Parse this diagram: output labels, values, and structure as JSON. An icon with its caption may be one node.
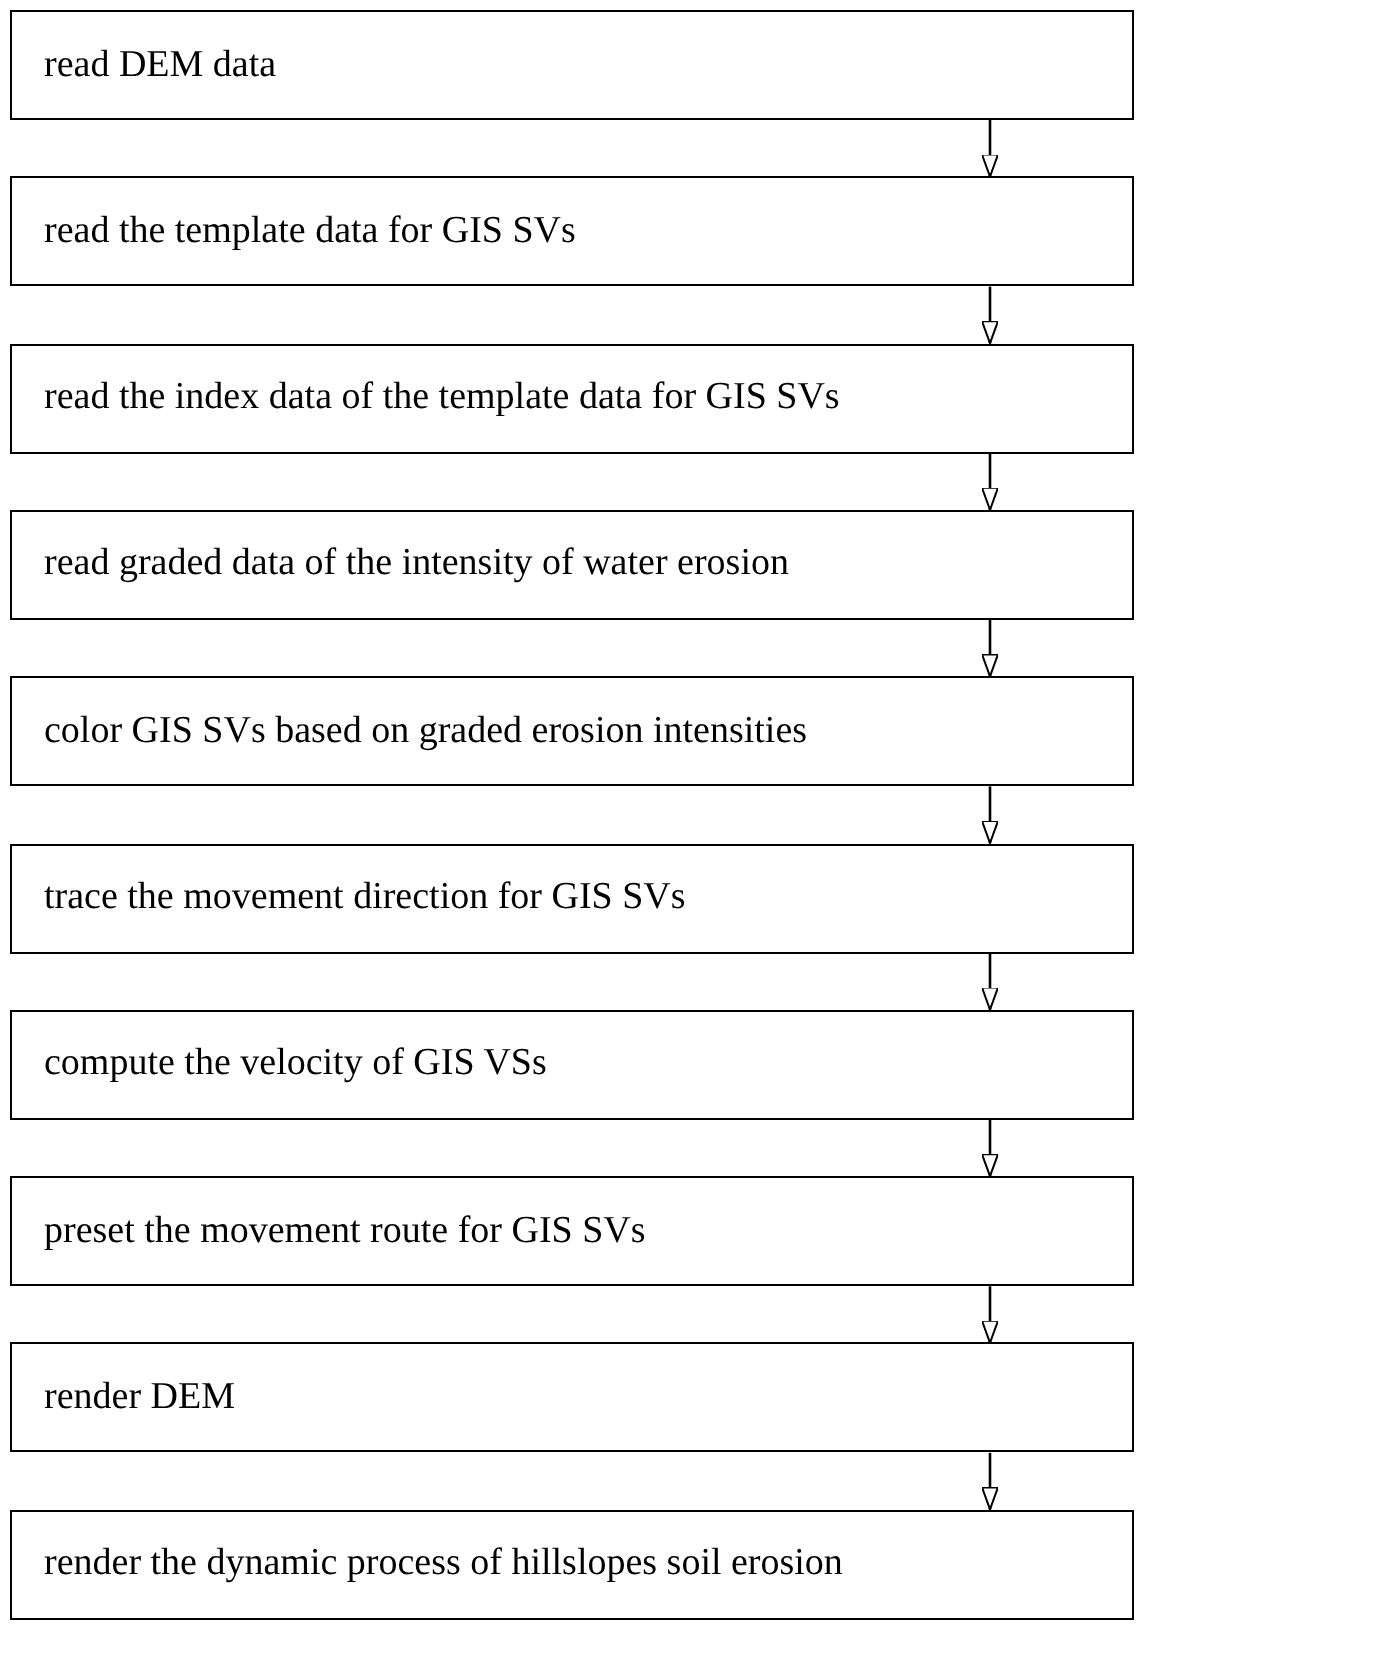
{
  "diagram": {
    "nodes": [
      {
        "text": [
          "read DEM data"
        ]
      },
      {
        "text": [
          "read the template data for GIS SVs"
        ]
      },
      {
        "text": [
          "read the index data of the template data for GIS SVs"
        ]
      },
      {
        "text": [
          "read graded data of the intensity of water erosion"
        ]
      },
      {
        "text": [
          "color GIS SVs based on graded erosion intensities"
        ]
      },
      {
        "text": [
          "trace the movement direction for GIS SVs"
        ]
      },
      {
        "text": [
          "compute the velocity of GIS VSs"
        ]
      },
      {
        "text": [
          "preset the movement route for GIS SVs"
        ]
      },
      {
        "text": [
          "render DEM"
        ]
      },
      {
        "text": [
          "render the dynamic process of hillslopes soil erosion"
        ]
      }
    ],
    "edges": [
      {
        "from": 0,
        "to": 1,
        "arrow": "to"
      },
      {
        "from": 1,
        "to": 2,
        "arrow": "to"
      },
      {
        "from": 2,
        "to": 3,
        "arrow": "to"
      },
      {
        "from": 3,
        "to": 4,
        "arrow": "to"
      },
      {
        "from": 4,
        "to": 5,
        "arrow": "to"
      },
      {
        "from": 5,
        "to": 6,
        "arrow": "to"
      },
      {
        "from": 6,
        "to": 7,
        "arrow": "to"
      },
      {
        "from": 7,
        "to": 8,
        "arrow": "to"
      },
      {
        "from": 8,
        "to": 9,
        "arrow": "to"
      }
    ]
  }
}
